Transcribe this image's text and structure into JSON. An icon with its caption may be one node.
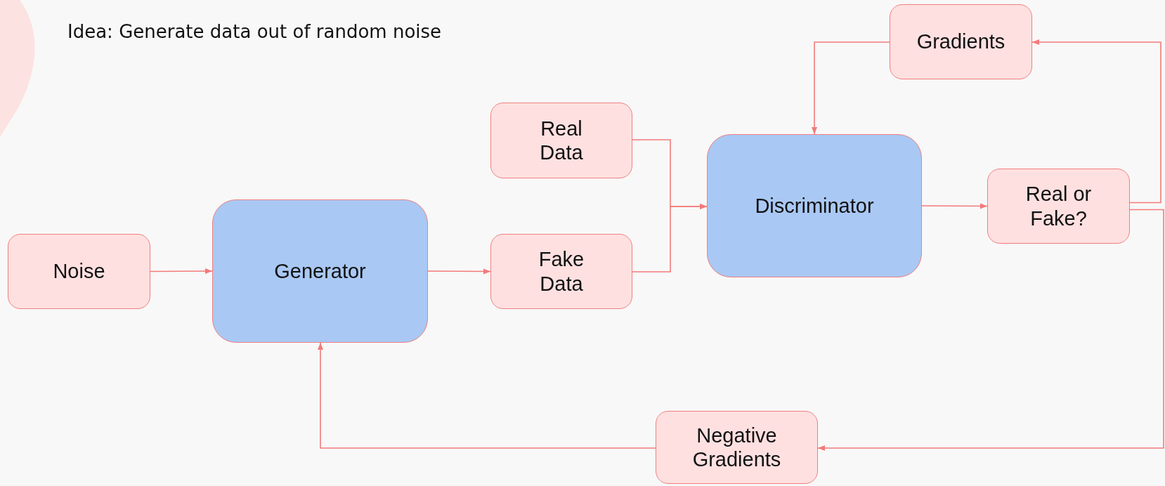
{
  "diagram": {
    "title": "Idea: Generate data out of random noise",
    "nodes": [
      {
        "text": [
          "Gradients"
        ]
      },
      {
        "text": [
          "Real Data"
        ]
      },
      {
        "text": [
          "Noise"
        ]
      },
      {
        "text": [
          "Generator"
        ]
      },
      {
        "text": [
          "Fake Data"
        ]
      },
      {
        "text": [
          "Discriminator"
        ]
      },
      {
        "text": [
          "Real or Fake?"
        ]
      },
      {
        "text": [
          "Negative Gradients"
        ]
      }
    ],
    "edges": [
      {
        "from": 2,
        "to": 3,
        "arrow": "to"
      },
      {
        "from": 3,
        "to": 4,
        "arrow": "to"
      },
      {
        "from": 1,
        "to": 5,
        "arrow": "to"
      },
      {
        "from": 4,
        "to": 5,
        "arrow": "to"
      },
      {
        "from": 5,
        "to": 6,
        "arrow": "to"
      },
      {
        "from": 6,
        "to": 0,
        "arrow": "to"
      },
      {
        "from": 0,
        "to": 5,
        "arrow": "to"
      },
      {
        "from": 6,
        "to": 7,
        "arrow": "to"
      },
      {
        "from": 7,
        "to": 3,
        "arrow": "to"
      }
    ]
  }
}
